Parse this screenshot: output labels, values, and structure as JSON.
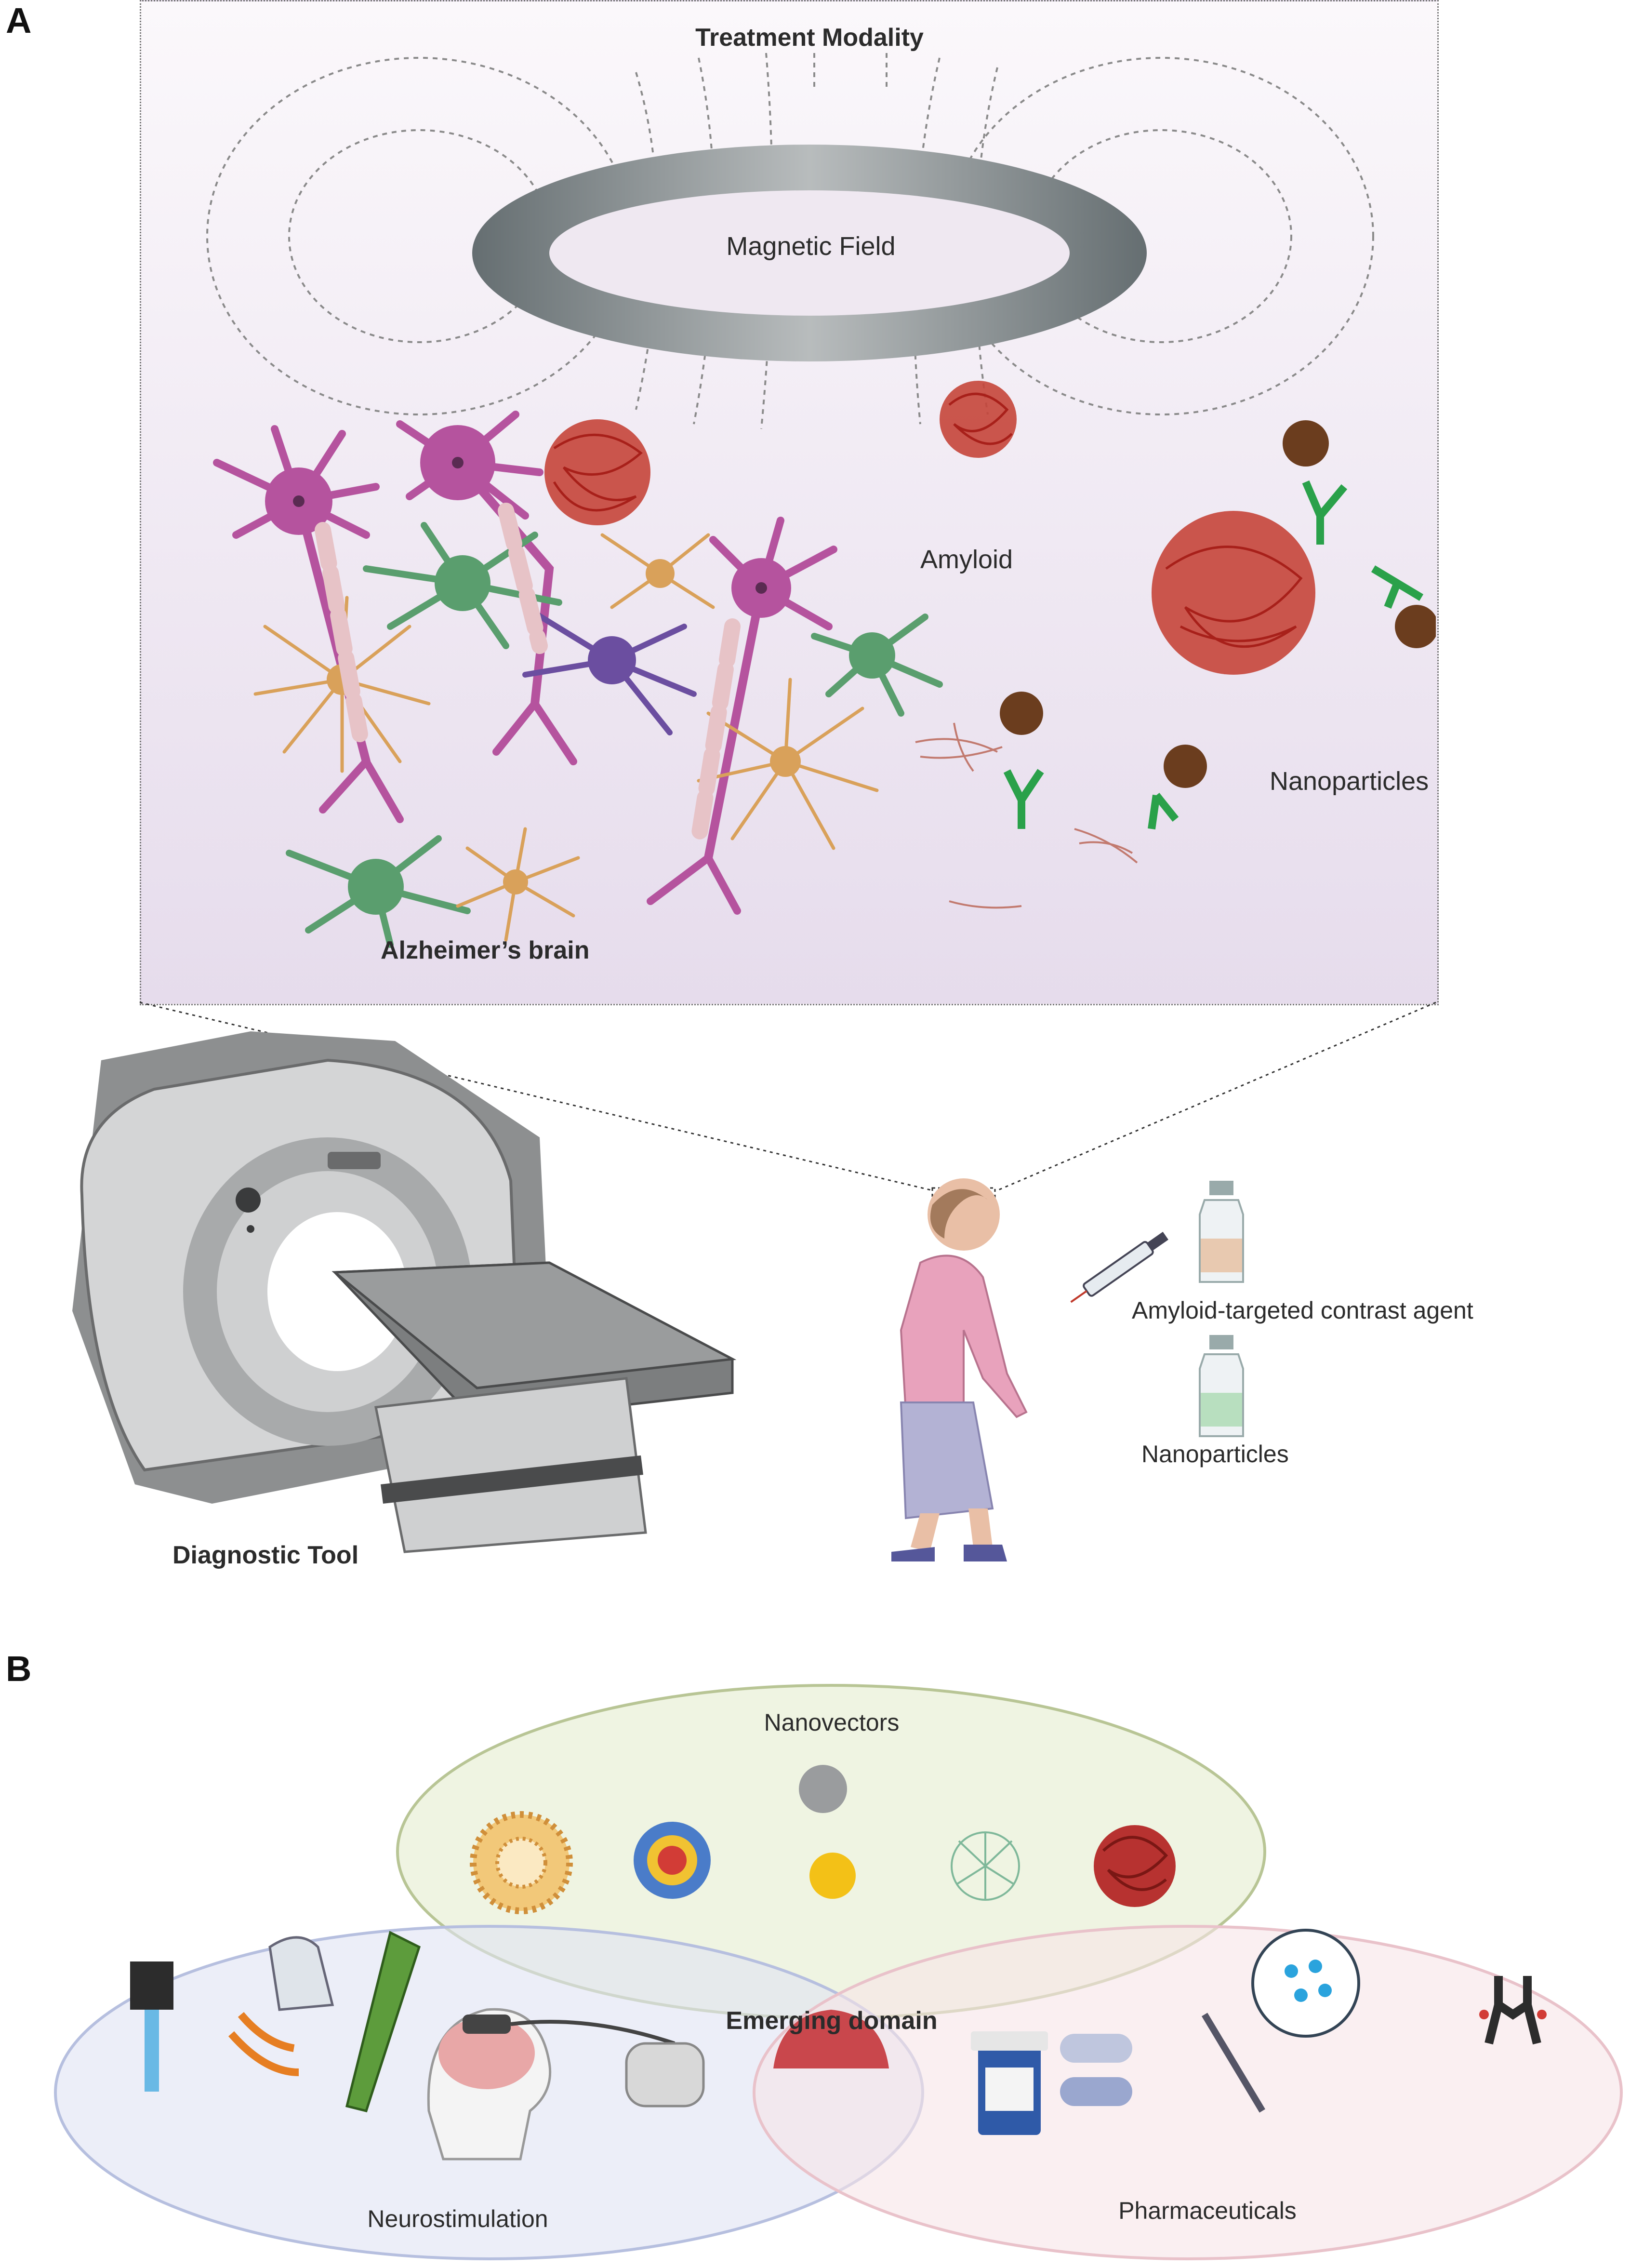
{
  "panel_a": {
    "letter": "A",
    "title": "Treatment Modality",
    "magnetic_field_label": "Magnetic Field",
    "brain_label": "Alzheimer’s brain",
    "amyloid_label": "Amyloid",
    "nanoparticles_label": "Nanoparticles",
    "diagnostic_tool_label": "Diagnostic Tool",
    "contrast_agent_label": "Amyloid-targeted contrast agent",
    "vial_nanoparticles_label": "Nanoparticles"
  },
  "panel_b": {
    "letter": "B",
    "nanovectors_label": "Nanovectors",
    "emerging_label": "Emerging domain",
    "neurostimulation_label": "Neurostimulation",
    "pharmaceuticals_label": "Pharmaceuticals"
  },
  "colors": {
    "box_bg_top": "#f6f1f6",
    "box_bg_bottom": "#e6dcec",
    "ring": "#7c8587",
    "neuron_magenta": "#b5539e",
    "neuron_green": "#5a9e6e",
    "neuron_orange": "#d9a15a",
    "neuron_purple": "#6b4ea0",
    "amyloid": "#a8201a",
    "particle": "#6b3d1e",
    "antibody": "#2aa14a",
    "nanovectors_fill": "#e9f0d8",
    "neuro_fill": "#e6e9f4",
    "pharma_fill": "#f7e6ea",
    "emerging": "#c9474c"
  }
}
